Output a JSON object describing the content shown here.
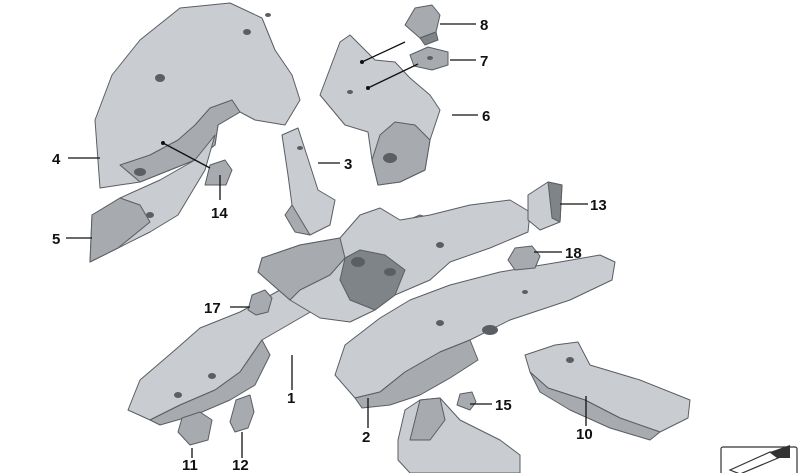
{
  "diagram": {
    "callouts": [
      "1",
      "2",
      "3",
      "4",
      "5",
      "6",
      "7",
      "8",
      "10",
      "11",
      "12",
      "13",
      "14",
      "15",
      "17",
      "18"
    ]
  },
  "colors": {
    "part_light": "#c9ccd0",
    "part_mid": "#a7abb0",
    "part_dark": "#7f8489",
    "outline": "#5a5e63",
    "leader": "#111111",
    "background": "#ffffff"
  }
}
